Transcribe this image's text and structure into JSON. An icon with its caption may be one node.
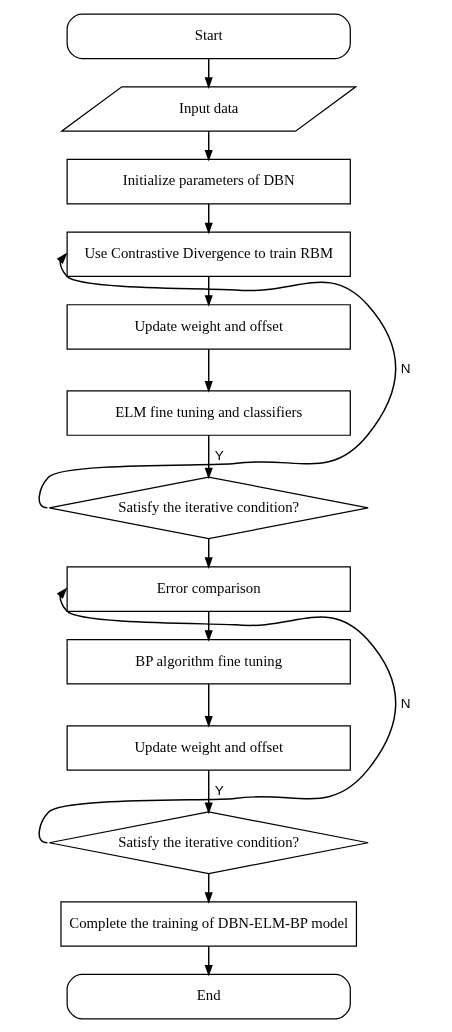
{
  "diagram": {
    "nodes": [
      {
        "text": [
          "Start"
        ]
      },
      {
        "text": [
          "Input data"
        ]
      },
      {
        "text": [
          "Initialize parameters of DBN"
        ]
      },
      {
        "text": [
          "Use Contrastive Divergence to train RBM"
        ]
      },
      {
        "text": [
          "Update weight and offset"
        ]
      },
      {
        "text": [
          "ELM fine tuning and classifiers"
        ]
      },
      {
        "text": [
          "Satisfy the iterative condition?"
        ]
      },
      {
        "text": [
          "Error comparison"
        ]
      },
      {
        "text": [
          "BP algorithm fine tuning"
        ]
      },
      {
        "text": [
          "Update weight and offset"
        ]
      },
      {
        "text": [
          "Satisfy the iterative condition?"
        ]
      },
      {
        "text": [
          "Complete the training of DBN-ELM-BP model"
        ]
      },
      {
        "text": [
          "End"
        ]
      }
    ],
    "edges": [
      {
        "from": 0,
        "to": 1,
        "arrow": "to"
      },
      {
        "from": 1,
        "to": 2,
        "arrow": "to"
      },
      {
        "from": 2,
        "to": 3,
        "arrow": "to"
      },
      {
        "from": 3,
        "to": 4,
        "arrow": "to"
      },
      {
        "from": 4,
        "to": 5,
        "arrow": "to"
      },
      {
        "from": 5,
        "to": 6,
        "arrow": "to",
        "label": "Y"
      },
      {
        "from": 6,
        "to": 3,
        "arrow": "to",
        "label": "N"
      },
      {
        "from": 6,
        "to": 7,
        "arrow": "to"
      },
      {
        "from": 7,
        "to": 8,
        "arrow": "to"
      },
      {
        "from": 8,
        "to": 9,
        "arrow": "to"
      },
      {
        "from": 9,
        "to": 10,
        "arrow": "to",
        "label": "Y"
      },
      {
        "from": 10,
        "to": 7,
        "arrow": "to",
        "label": "N"
      },
      {
        "from": 10,
        "to": 11,
        "arrow": "to"
      },
      {
        "from": 11,
        "to": 12,
        "arrow": "to"
      }
    ]
  }
}
